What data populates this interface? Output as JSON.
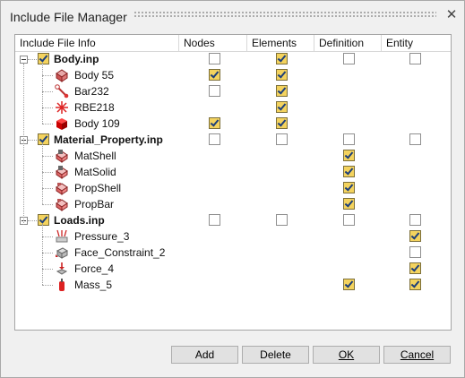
{
  "window": {
    "title": "Include File Manager",
    "close_glyph": "✕"
  },
  "columns": [
    "Include File Info",
    "Nodes",
    "Elements",
    "Definition",
    "Entity"
  ],
  "groups": [
    {
      "label": "Body.inp",
      "checked": true,
      "cols": [
        false,
        true,
        false,
        false
      ],
      "children": [
        {
          "label": "Body 55",
          "icon": "shell-element-icon",
          "cols": [
            true,
            true,
            null,
            null
          ]
        },
        {
          "label": "Bar232",
          "icon": "bar-element-icon",
          "cols": [
            false,
            true,
            null,
            null
          ]
        },
        {
          "label": "RBE218",
          "icon": "rigid-element-icon",
          "cols": [
            null,
            true,
            null,
            null
          ]
        },
        {
          "label": "Body 109",
          "icon": "solid-element-icon",
          "cols": [
            true,
            true,
            null,
            null
          ]
        }
      ]
    },
    {
      "label": "Material_Property.inp",
      "checked": true,
      "cols": [
        false,
        false,
        false,
        false
      ],
      "children": [
        {
          "label": "MatShell",
          "icon": "material-icon",
          "cols": [
            null,
            null,
            true,
            null
          ]
        },
        {
          "label": "MatSolid",
          "icon": "material-icon",
          "cols": [
            null,
            null,
            true,
            null
          ]
        },
        {
          "label": "PropShell",
          "icon": "property-icon",
          "cols": [
            null,
            null,
            true,
            null
          ]
        },
        {
          "label": "PropBar",
          "icon": "property-icon",
          "cols": [
            null,
            null,
            true,
            null
          ]
        }
      ]
    },
    {
      "label": "Loads.inp",
      "checked": true,
      "cols": [
        false,
        false,
        false,
        false
      ],
      "children": [
        {
          "label": "Pressure_3",
          "icon": "pressure-load-icon",
          "cols": [
            null,
            null,
            null,
            true
          ]
        },
        {
          "label": "Face_Constraint_2",
          "icon": "constraint-icon",
          "cols": [
            null,
            null,
            null,
            false
          ]
        },
        {
          "label": "Force_4",
          "icon": "force-load-icon",
          "cols": [
            null,
            null,
            null,
            true
          ]
        },
        {
          "label": "Mass_5",
          "icon": "mass-icon",
          "cols": [
            null,
            null,
            true,
            true
          ]
        }
      ]
    }
  ],
  "buttons": {
    "add": "Add",
    "delete": "Delete",
    "ok": "OK",
    "cancel": "Cancel"
  }
}
